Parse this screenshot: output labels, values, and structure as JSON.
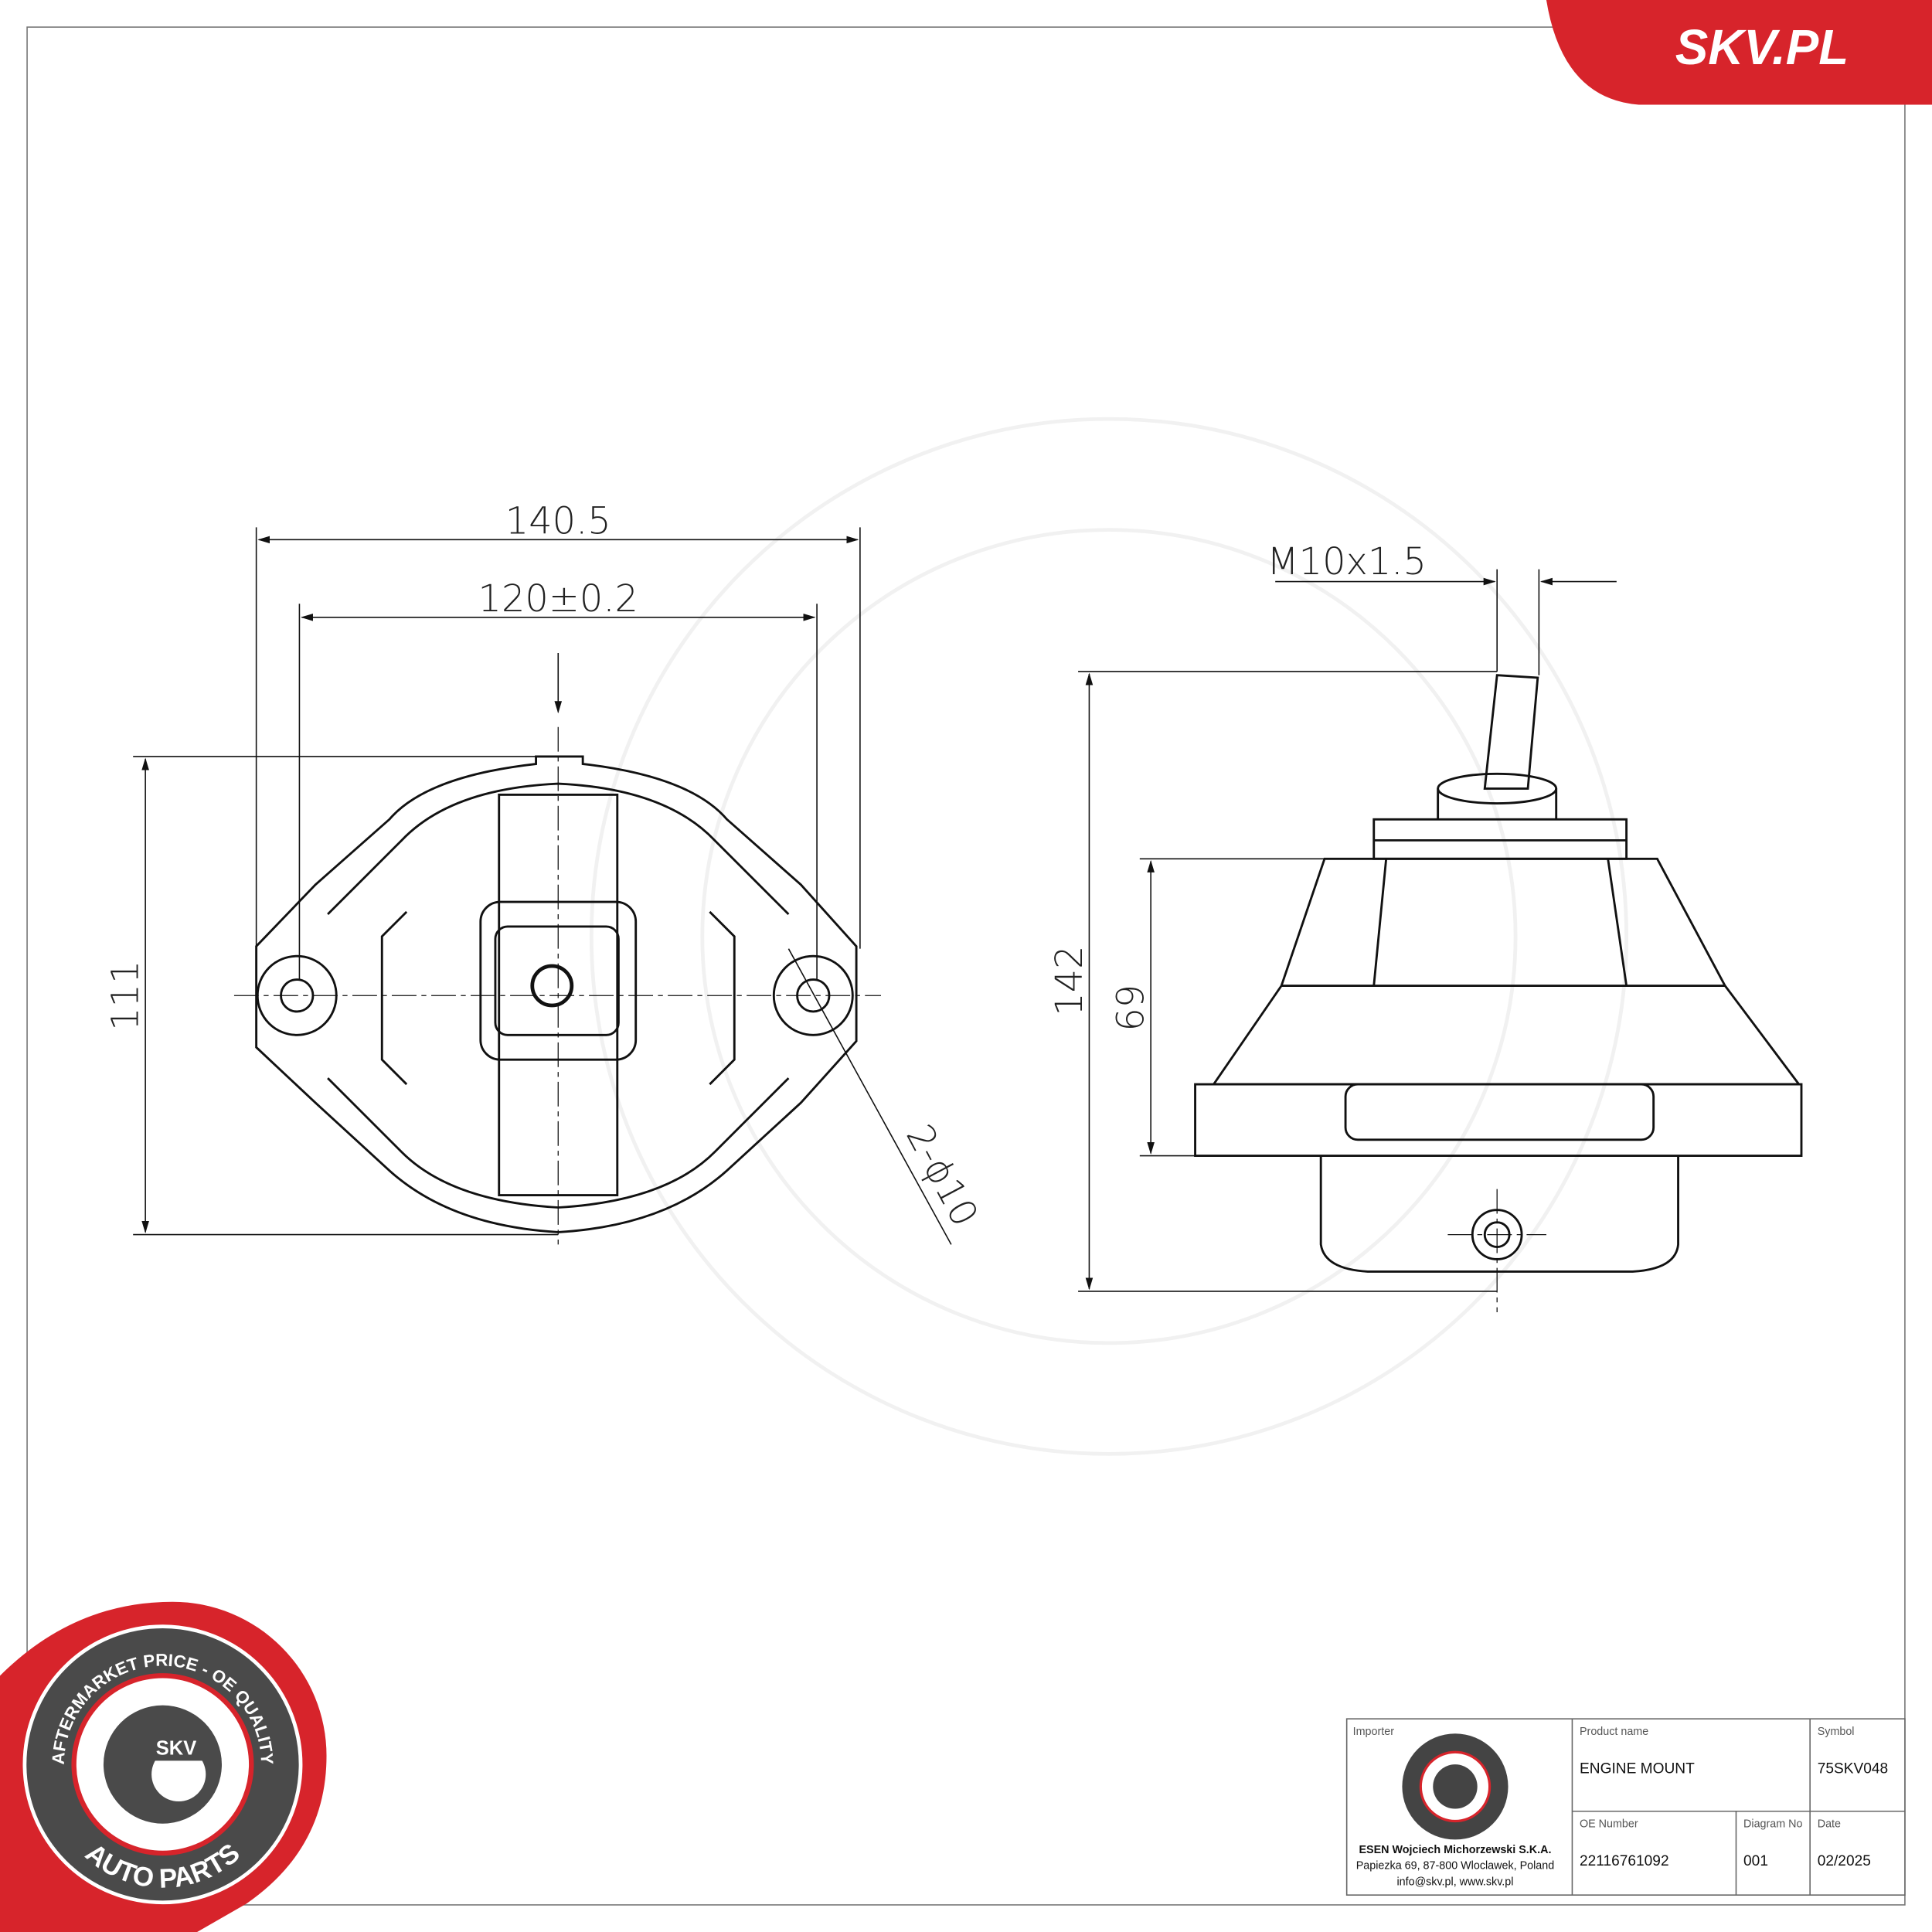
{
  "brand": {
    "logo_text": "SKV.PL",
    "accent": "#d7242b"
  },
  "drawing": {
    "dimensions": {
      "overall_width": "140.5",
      "hole_spacing": "120±0.2",
      "height_left": "111",
      "thread": "M10x1.5",
      "overall_height": "142",
      "body_height": "69",
      "holes": "2-ϕ10"
    }
  },
  "seal": {
    "top_text": "AFTERMARKET PRICE - OE QUALITY",
    "bottom_text": "AUTO PARTS",
    "center_text": "SKV"
  },
  "title_block": {
    "importer_label": "Importer",
    "importer_name": "ESEN Wojciech Michorzewski S.K.A.",
    "importer_address": "Papiezka 69, 87-800 Wloclawek, Poland",
    "importer_contact": "info@skv.pl, www.skv.pl",
    "product_name_label": "Product name",
    "product_name": "ENGINE MOUNT",
    "symbol_label": "Symbol",
    "symbol": "75SKV048",
    "oe_number_label": "OE Number",
    "oe_number": "22116761092",
    "diagram_no_label": "Diagram No",
    "diagram_no": "001",
    "date_label": "Date",
    "date": "02/2025"
  }
}
